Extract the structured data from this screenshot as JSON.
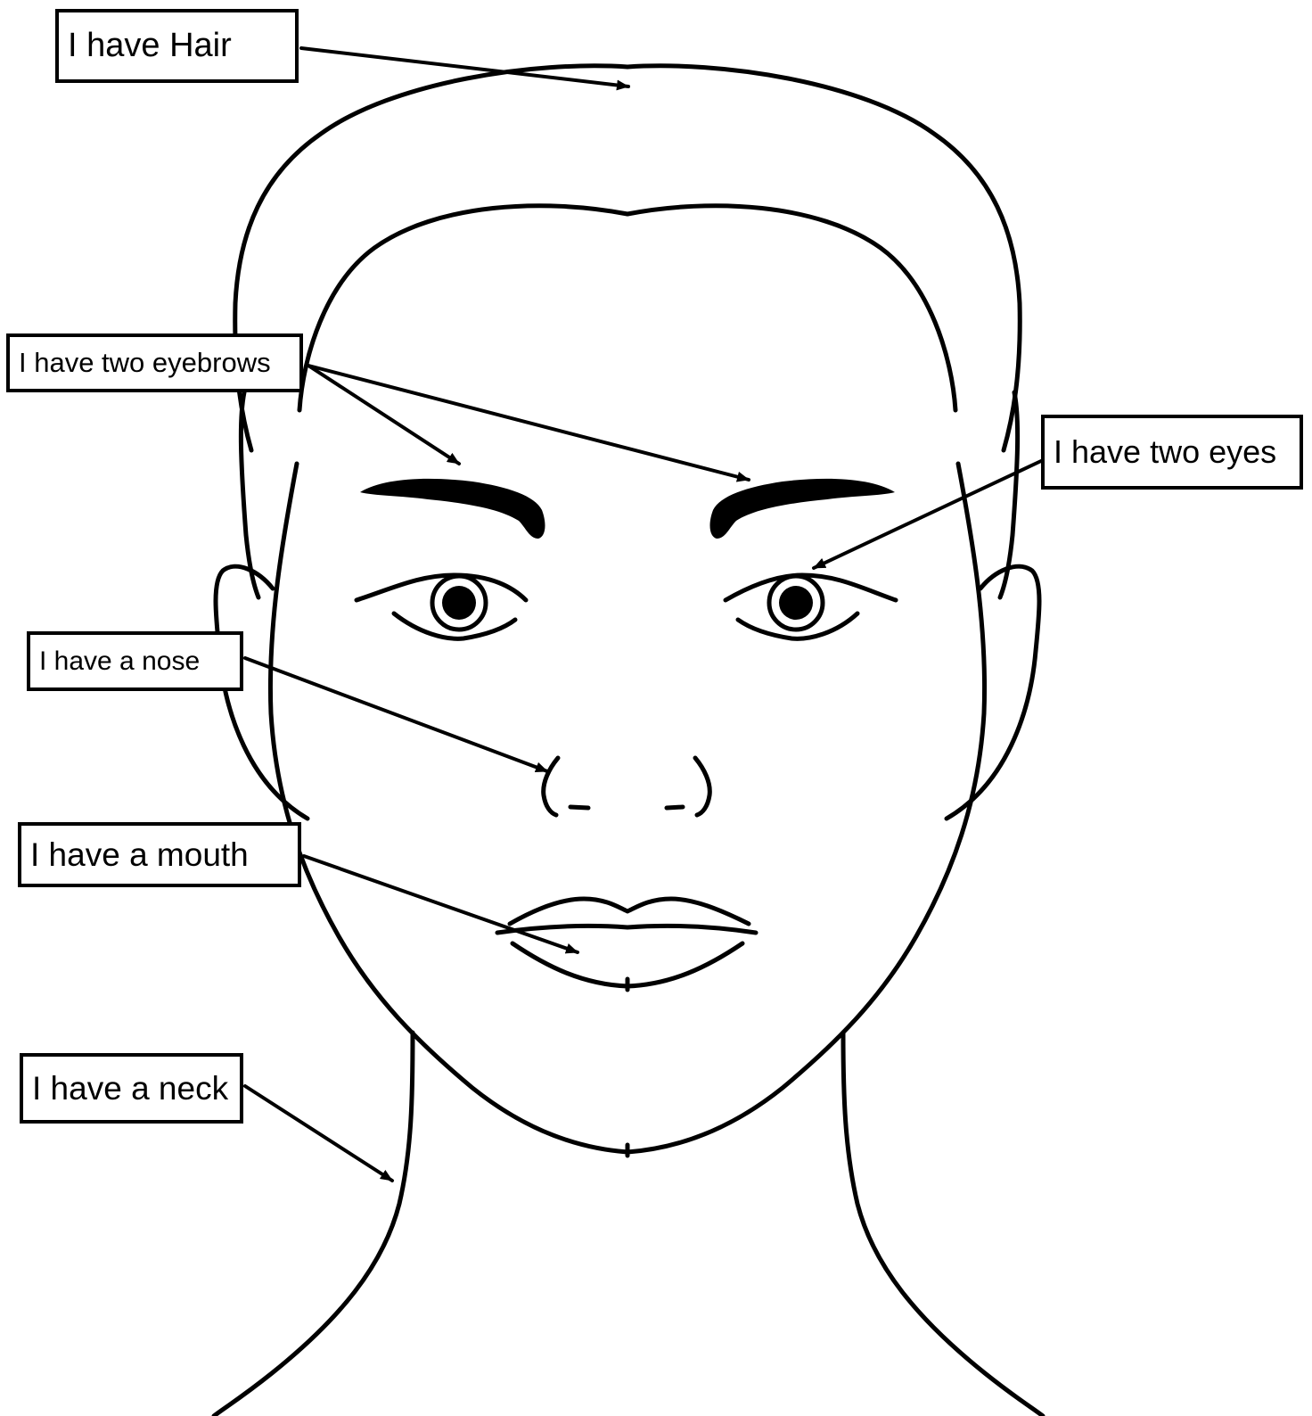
{
  "labels": {
    "hair": "I have Hair",
    "eyebrows": "I have two eyebrows",
    "eyes": "I have two eyes",
    "nose": "I have a nose",
    "mouth": "I have a mouth",
    "neck": "I have a neck"
  },
  "colors": {
    "line": "#000000",
    "background": "#ffffff"
  }
}
